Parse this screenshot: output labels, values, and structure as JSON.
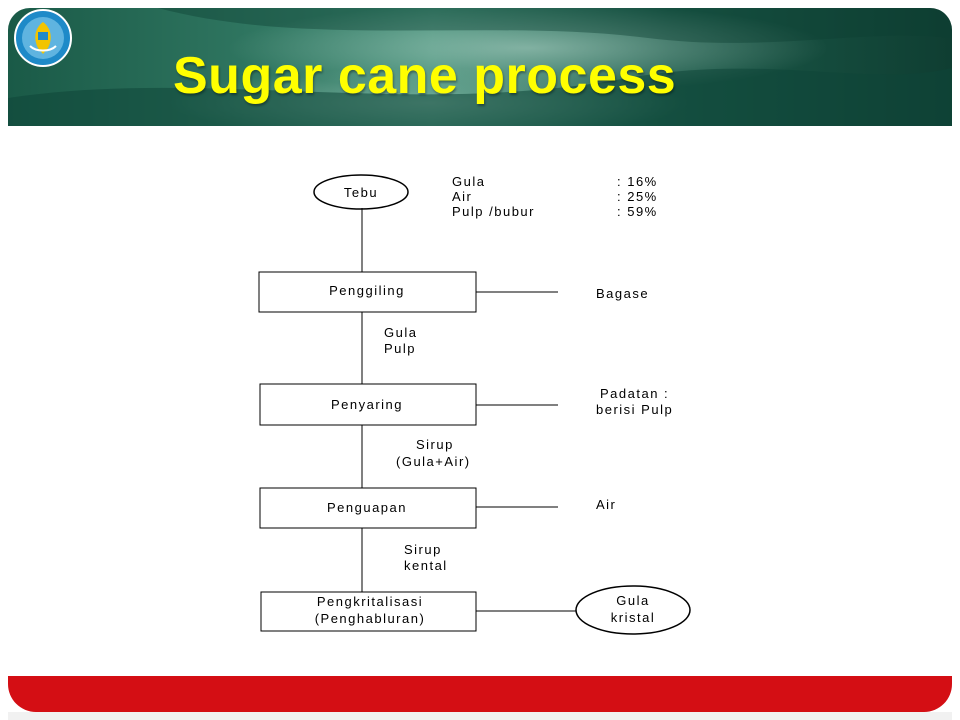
{
  "header": {
    "title": "Sugar cane process"
  },
  "logo": {
    "text": "TUT WURI HANDAYANI",
    "icon": "tut-wuri-handayani-emblem"
  },
  "diagram": {
    "start": {
      "label": "Tebu"
    },
    "composition": [
      {
        "name": "Gula",
        "value": ": 16%"
      },
      {
        "name": "Air",
        "value": ": 25%"
      },
      {
        "name": "Pulp /bubur",
        "value": ": 59%"
      }
    ],
    "steps": [
      {
        "label": "Penggiling",
        "side_output": [
          "Bagase"
        ]
      },
      {
        "label": "Penyaring",
        "side_output": [
          "Padatan :",
          "berisi Pulp"
        ]
      },
      {
        "label": "Penguapan",
        "side_output": [
          "Air"
        ]
      },
      {
        "label": "Pengkritalisasi",
        "label2": "(Penghabluran)",
        "side_output": []
      }
    ],
    "flows": [
      [
        "Gula",
        "Pulp"
      ],
      [
        "Sirup",
        "(Gula+Air)"
      ],
      [
        "Sirup",
        "kental"
      ]
    ],
    "end": {
      "line1": "Gula",
      "line2": "kristal"
    }
  },
  "colors": {
    "title": "#ffff00",
    "footer": "#d40e14",
    "header_bg": "#1c5e4a"
  }
}
